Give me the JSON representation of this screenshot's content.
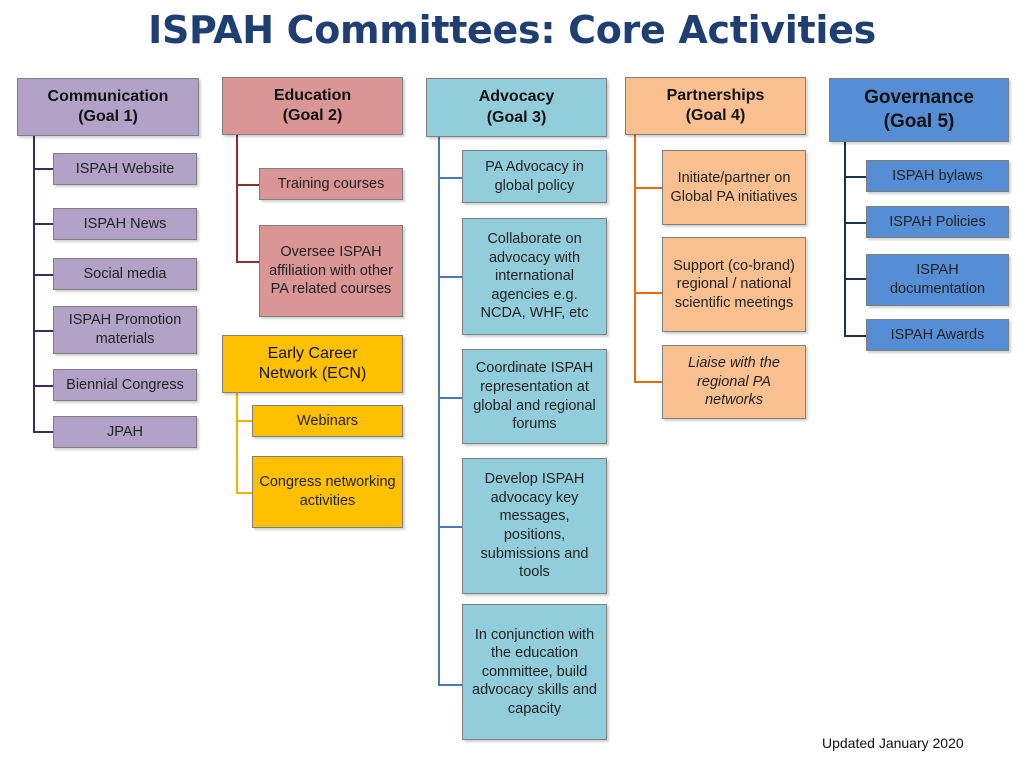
{
  "title": "ISPAH Committees: Core Activities",
  "colors": {
    "communication": "#b3a2c7",
    "communication_line": "#3c2c5c",
    "education": "#d99694",
    "education_line": "#8c2f2d",
    "ecn": "#ffc000",
    "ecn_line": "#f0b400",
    "advocacy": "#92cddc",
    "advocacy_line": "#4a78b5",
    "partnerships": "#fac090",
    "partnerships_line": "#e46c0a",
    "governance": "#558ed5",
    "governance_line": "#1f3050"
  },
  "communication": {
    "header_line1": "Communication",
    "header_line2": "(Goal 1)",
    "items": [
      "ISPAH Website",
      "ISPAH News",
      "Social media",
      "ISPAH Promotion materials",
      "Biennial Congress",
      "JPAH"
    ]
  },
  "education": {
    "header_line1": "Education",
    "header_line2": "(Goal 2)",
    "items": [
      "Training courses",
      "Oversee ISPAH affiliation with other PA related courses"
    ]
  },
  "ecn": {
    "header_line1": "Early Career",
    "header_line2": "Network (ECN)",
    "items": [
      "Webinars",
      "Congress networking activities"
    ]
  },
  "advocacy": {
    "header_line1": "Advocacy",
    "header_line2": "(Goal 3)",
    "items": [
      "PA Advocacy in global policy",
      "Collaborate on advocacy with international agencies e.g. NCDA, WHF, etc",
      "Coordinate ISPAH representation at global and regional forums",
      "Develop ISPAH advocacy key messages, positions, submissions and tools",
      "In conjunction with the education committee, build advocacy skills and capacity"
    ]
  },
  "partnerships": {
    "header_line1": "Partnerships",
    "header_line2": "(Goal 4)",
    "items": [
      "Initiate/partner on Global PA initiatives",
      "Support (co-brand) regional / national scientific meetings",
      "Liaise with the regional PA networks"
    ]
  },
  "governance": {
    "header_line1": "Governance",
    "header_line2": "(Goal 5)",
    "items": [
      "ISPAH bylaws",
      "ISPAH Policies",
      "ISPAH documentation",
      "ISPAH Awards"
    ]
  },
  "footer": "Updated January 2020"
}
